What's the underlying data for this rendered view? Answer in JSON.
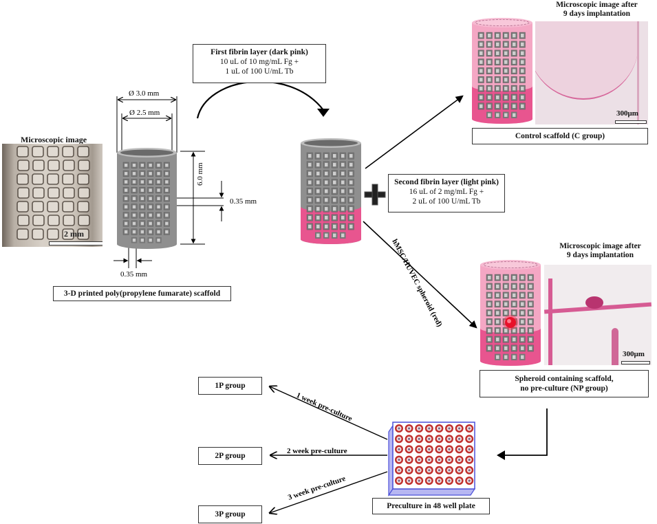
{
  "scaffold": {
    "micro_title": "Microscopic image",
    "scale_bar": "2 mm",
    "outer_diameter": "Ø 3.0 mm",
    "inner_diameter": "Ø 2.5 mm",
    "height": "6.0 mm",
    "pore_vertical": "0.35 mm",
    "pore_horizontal": "0.35 mm",
    "caption": "3-D printed poly(propylene fumarate) scaffold"
  },
  "first_layer": {
    "title": "First fibrin layer (dark pink)",
    "line1": "10 uL of 10 mg/mL Fg +",
    "line2": "1 uL of 100 U/mL Tb"
  },
  "second_layer": {
    "title": "Second fibrin layer (light pink)",
    "line1": "16 uL of 2 mg/mL Fg +",
    "line2": "2 uL of 100 U/mL Tb"
  },
  "control": {
    "micro_title_1": "Microscopic image after",
    "micro_title_2": "9 days implantation",
    "scale_bar": "300μm",
    "caption": "Control scaffold (C group)"
  },
  "spheroid_arrow_label": "hMSC/HUVEC spheroid (red)",
  "np": {
    "micro_title_1": "Microscopic image after",
    "micro_title_2": "9 days implantation",
    "scale_bar": "300μm",
    "caption_1": "Spheroid containing scaffold,",
    "caption_2": "no pre-culture (NP group)"
  },
  "plate": {
    "caption": "Preculture in 48 well plate",
    "rows": 6,
    "cols": 8
  },
  "groups": [
    {
      "label": "1P group",
      "arrow": "1 week pre-culture"
    },
    {
      "label": "2P group",
      "arrow": "2 week pre-culture"
    },
    {
      "label": "3P group",
      "arrow": "3 week pre-culture"
    }
  ],
  "colors": {
    "scaffold_gray": "#8f8f8f",
    "dark_pink": "#e8558f",
    "light_pink": "#f4a7c4",
    "spheroid_red": "#e8102a",
    "plate_blue": "#4a4fd8",
    "well_red": "#c0302e"
  }
}
